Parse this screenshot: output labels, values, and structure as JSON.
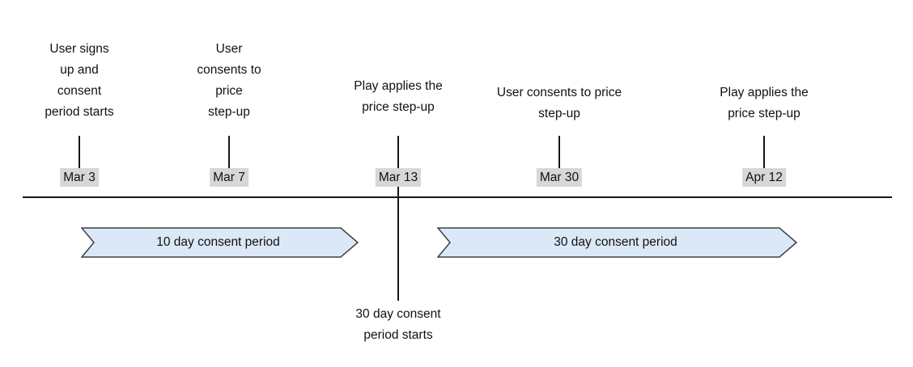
{
  "diagram": {
    "type": "timeline",
    "events": [
      {
        "date": "Mar 3",
        "label": "User signs\nup and\nconsent\nperiod starts"
      },
      {
        "date": "Mar 7",
        "label": "User\nconsents to\nprice\nstep-up"
      },
      {
        "date": "Mar 13",
        "label": "Play applies the\nprice step-up"
      },
      {
        "date": "Mar 30",
        "label": "User consents to price\nstep-up"
      },
      {
        "date": "Apr 12",
        "label": "Play applies the\nprice step-up"
      }
    ],
    "periods": [
      {
        "label": "10 day consent period"
      },
      {
        "label": "30 day consent period"
      }
    ],
    "annotation": "30 day consent\nperiod starts",
    "colors": {
      "period_fill": "#dbe8f7",
      "period_border": "#404040",
      "date_background": "#d7d7d7",
      "line": "#161616",
      "text": "#111111",
      "background": "#ffffff"
    }
  }
}
